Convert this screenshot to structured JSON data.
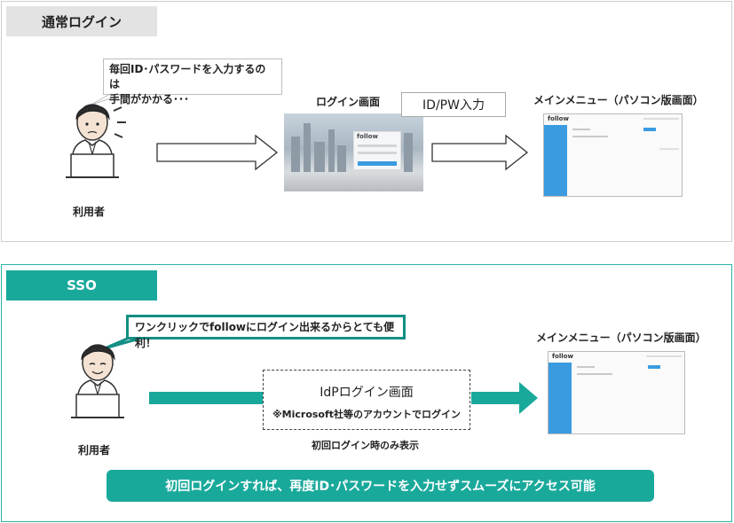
{
  "normal": {
    "tag": "通常ログイン",
    "callout": [
      "毎回ID･パスワードを入力するのは",
      "手間がかかる･･･"
    ],
    "user_label": "利用者",
    "login_screen_label": "ログイン画面",
    "login_logo": "follow",
    "idpw_label": "ID/PW入力",
    "main_menu_label": "メインメニュー（パソコン版画面）",
    "main_logo": "follow"
  },
  "sso": {
    "tag": "SSO",
    "callout": "ワンクリックでfollowにログイン出来るからとても便利！",
    "user_label": "利用者",
    "idp_title": "IdPログイン画面",
    "idp_sub": "※Microsoft社等のアカウントでログイン",
    "first_time_note": "初回ログイン時のみ表示",
    "main_menu_label": "メインメニュー（パソコン版画面）",
    "main_logo": "follow",
    "banner": "初回ログインすれば、再度ID･パスワードを入力せずスムーズにアクセス可能"
  },
  "colors": {
    "teal": "#19a99b",
    "teal_dark": "#138f84",
    "gray_tag": "#e3e3e3",
    "screen_blue": "#3b9be0"
  }
}
